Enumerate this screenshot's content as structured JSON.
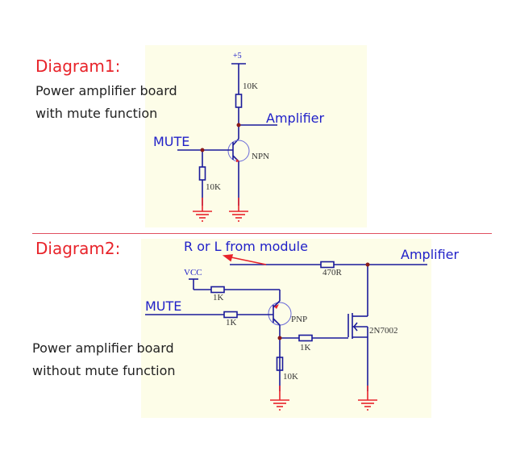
{
  "diagram1": {
    "title": "Diagram1:",
    "description_line1": "Power amplifier board",
    "description_line2": "with mute function",
    "labels": {
      "supply": "+5",
      "pullup_resistor": "10K",
      "output": "Amplifier",
      "input": "MUTE",
      "transistor": "NPN",
      "pulldown_resistor": "10K"
    }
  },
  "diagram2": {
    "title": "Diagram2:",
    "description_line1": "Power amplifier board",
    "description_line2": "without mute function",
    "labels": {
      "signal_source": "R or L from module",
      "series_resistor": "470R",
      "output": "Amplifier",
      "supply": "VCC",
      "emitter_resistor": "1K",
      "input": "MUTE",
      "base_resistor": "1K",
      "transistor": "PNP",
      "gate_resistor": "1K",
      "pulldown_resistor": "10K",
      "mosfet": "2N7002"
    }
  },
  "colors": {
    "title": "#e8232a",
    "wire": "#1a1a9a",
    "ground": "#e8232a",
    "junction": "#8b1a1a",
    "separator": "#e05060",
    "label": "#2020c8",
    "background": "#fdfde8"
  }
}
